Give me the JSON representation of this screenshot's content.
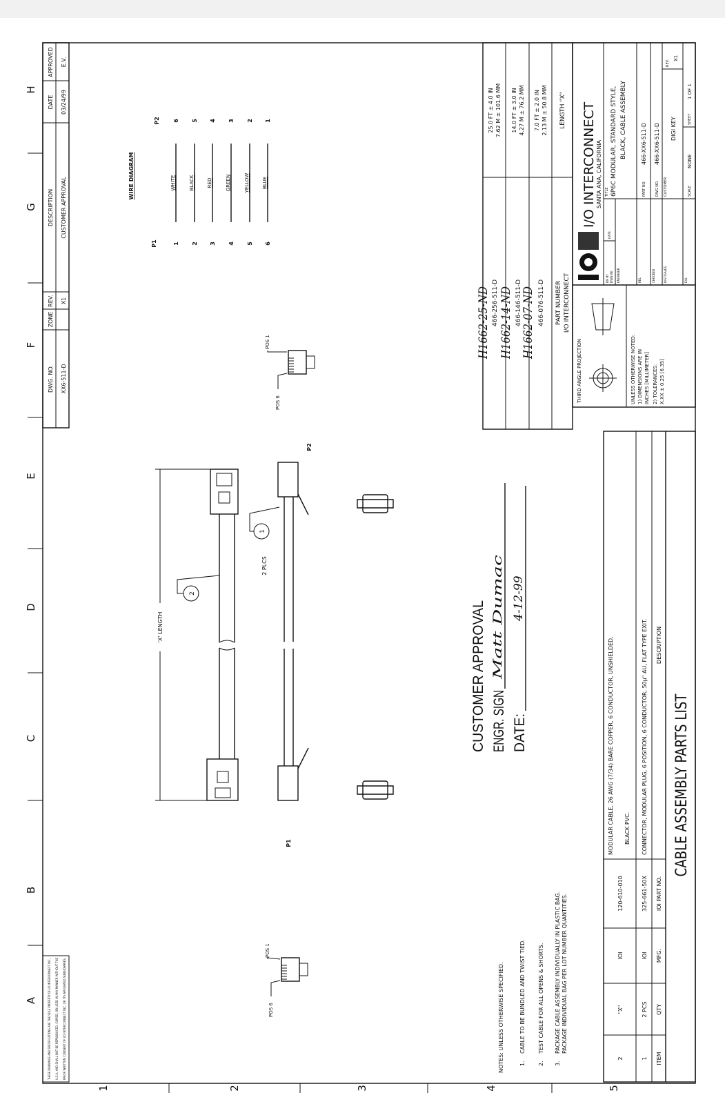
{
  "zones": {
    "letters": [
      "A",
      "B",
      "C",
      "D",
      "E",
      "F",
      "G",
      "H"
    ],
    "numbers": [
      "1",
      "2",
      "3",
      "4",
      "5"
    ]
  },
  "disclaimer": [
    "THESE DRAWINGS AND SPECIFICATIONS ARE THE SOLE PROPERTY OF I/O INTERCONNECT INC.,",
    "U.S.A. AND SHALL NOT BE REPRODUCED, COPIED, OR USED IN ANY MANNER WITHOUT THE",
    "PRIOR WRITTEN CONSENT OF I/O INTERCONNECT INC. OR ITS AFFILIATED SUBSIDIARIES."
  ],
  "revision": {
    "headers": {
      "dwg_no": "DWG. NO.",
      "zone": "ZONE",
      "rev": "REV.",
      "description": "DESCRIPTION",
      "date": "DATE",
      "approved": "APPROVED"
    },
    "dwg_no": "XX6-511-D",
    "rev": "X1",
    "description": "CUSTOMER APPROVAL",
    "date": "03/24/99",
    "approved": "E.V."
  },
  "wire_diagram": {
    "title": "WIRE DIAGRAM",
    "p1_label": "P1",
    "p2_label": "P2",
    "wires": [
      {
        "p1": "1",
        "color": "WHITE",
        "p2": "6"
      },
      {
        "p1": "2",
        "color": "BLACK",
        "p2": "5"
      },
      {
        "p1": "3",
        "color": "RED",
        "p2": "4"
      },
      {
        "p1": "4",
        "color": "GREEN",
        "p2": "3"
      },
      {
        "p1": "5",
        "color": "YELLOW",
        "p2": "2"
      },
      {
        "p1": "6",
        "color": "BLUE",
        "p2": "1"
      }
    ]
  },
  "drawing": {
    "x_length": "'X' LENGTH",
    "balloon_cable": "2",
    "balloon_connector": "1",
    "plcs": "2 PLCS",
    "p1": "P1",
    "p2": "P2",
    "pos6": "POS 6",
    "pos1": "POS 1"
  },
  "approval": {
    "title": "CUSTOMER APPROVAL",
    "sign_label": "ENGR. SIGN",
    "signature": "Matt Dumac",
    "date_label": "DATE:",
    "date": "4-12-99"
  },
  "handwritten_parts": [
    "H1662-25-ND",
    "H1662-14-ND",
    "H1662-07-ND"
  ],
  "notes": {
    "title": "NOTES: UNLESS OTHERWISE SPECIFIED.",
    "items": [
      {
        "num": "1.",
        "lines": [
          "CABLE TO BE BUNDLED AND TWIST TIED."
        ]
      },
      {
        "num": "2.",
        "lines": [
          "TEST CABLE FOR ALL OPENS & SHORTS."
        ]
      },
      {
        "num": "3.",
        "lines": [
          "PACKAGE CABLE ASSEMBLY INDIVIDUALLY IN PLASTIC BAG.",
          "PACKAGE INDIVIDUAL BAG PER LOT NUMBER QUANTITIES."
        ]
      }
    ]
  },
  "parts_list": {
    "title": "CABLE ASSEMBLY PARTS LIST",
    "headers": {
      "item": "ITEM",
      "qty": "QTY",
      "mfg": "MFG.",
      "part_no": "IOI PART NO.",
      "description": "DESCRIPTION"
    },
    "rows": [
      {
        "item": "2",
        "qty": "\"X\"",
        "mfg": "IOI",
        "part_no": "120-610-010",
        "description": [
          "MODULAR CABLE, 26 AWG (7/34) BARE COPPER, 6 CONDUCTOR, UNSHIELDED,",
          "BLACK PVC."
        ]
      },
      {
        "item": "1",
        "qty": "2 PCS",
        "mfg": "IOI",
        "part_no": "325-661-50X",
        "description": [
          "CONNECTOR, MODULAR PLUG, 6 POSITION, 6 CONDUCTOR, 50μ\" AU, FLAT TYPE EXIT."
        ]
      }
    ]
  },
  "length_table": {
    "header_part": [
      "PART NUMBER",
      "I/O INTERCONNECT"
    ],
    "header_length": "LENGTH \"X\"",
    "rows": [
      {
        "part": "466-256-511-D",
        "ft": "25.0 FT ± 4.0 IN",
        "m": "7.62 M ± 101.6 MM"
      },
      {
        "part": "466-146-511-D",
        "ft": "14.0 FT ± 3.0 IN",
        "m": "4.27 M ± 76.2 MM"
      },
      {
        "part": "466-076-511-D",
        "ft": "7.0 FT ± 2.0 IN",
        "m": "2.13 M ± 50.8 MM"
      }
    ]
  },
  "title_block": {
    "projection": "THIRD ANGLE PROJECTION",
    "tolerance_lines": [
      "UNLESS OTHERWISE NOTED:",
      "1) DIMENSIONS ARE IN",
      "    INCHES [MILLIMETER]",
      "2) TOLERANCES:",
      "    X.XX ± 0.25 [6.35]"
    ],
    "company": "I/O INTERCONNECT",
    "location": "SANTA ANA, CALIFORNIA",
    "title_label": "TITLE",
    "title_lines": [
      "6P6C MODULAR, STANDARD STYLE,",
      "BLACK, CABLE ASSEMBLY"
    ],
    "part_no_label": "PART NO.",
    "part_no": "466-XX6-511-D",
    "dwg_no_label": "DWG NO.",
    "dwg_no": "466-XX6-511-D",
    "customer_label": "CUSTOMER",
    "customer": "DIGI KEY",
    "rev_label": "REV.",
    "rev": "X1",
    "scale_label": "SCALE",
    "scale": "NONE",
    "sheet_label": "SHEET",
    "sheet": "1 OF 1",
    "side_labels": [
      "DR BY",
      "DWN INI",
      "DATE",
      "ENGINEER",
      "REL",
      "CHECKED",
      "DIST/SALES",
      "EAL"
    ]
  }
}
